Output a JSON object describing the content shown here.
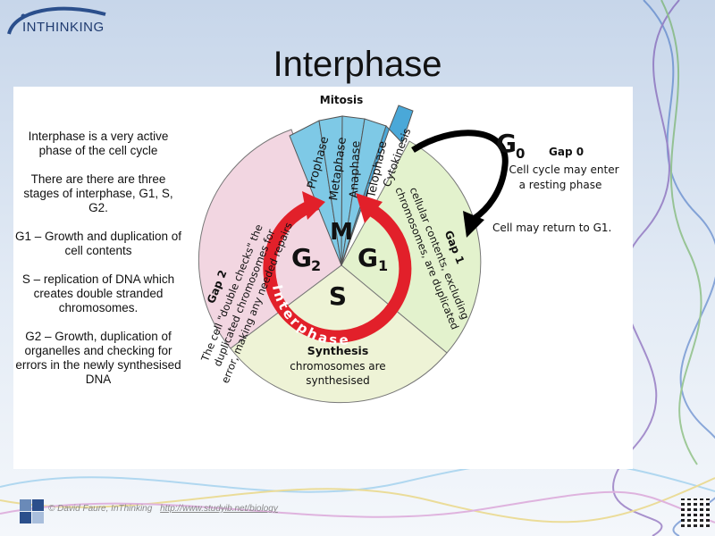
{
  "brand": {
    "logo_text": "INTHINKING"
  },
  "slide": {
    "title": "Interphase"
  },
  "left_text": {
    "p1": "Interphase is a very active phase of the cell cycle",
    "p2": "There are there are three stages of interphase, G1, S, G2.",
    "p3": "G1 – Growth and duplication of cell contents",
    "p4": "S – replication of DNA which creates double stranded chromosomes.",
    "p5": "G2 – Growth, duplication of organelles and checking for errors in the newly synthesised DNA"
  },
  "diagram": {
    "mitosis_label": "Mitosis",
    "phases": [
      "Prophase",
      "Metaphase",
      "Anaphase",
      "Telophase",
      "Cytokinesis"
    ],
    "m_label": "M",
    "g1_label": "G",
    "g1_sub": "1",
    "g2_label": "G",
    "g2_sub": "2",
    "s_label": "S",
    "interphase_ring": "Interphase",
    "gap2_title": "Gap 2",
    "gap2_l1": "The cell \"double checks\" the",
    "gap2_l2": "duplicated chromosomes for",
    "gap2_l3": "error, making any needed repairs",
    "gap1_title": "Gap 1",
    "gap1_l1": "cellular contents, excluding",
    "gap1_l2": "chromosomes, are duplicated",
    "synthesis_title": "Synthesis",
    "synthesis_l1": "chromosomes are",
    "synthesis_l2": "synthesised",
    "g0_label": "G",
    "g0_sub": "0",
    "gap0_title": "Gap 0",
    "gap0_l1": "Cell cycle may enter",
    "gap0_l2": "a resting phase",
    "return_text": "Cell may return to G1.",
    "colors": {
      "g2": "#f2d6e1",
      "g1": "#e3f2cd",
      "s": "#eef3d6",
      "mitosis": "#7ec9e6",
      "arrow": "#e2202a"
    }
  },
  "footer": {
    "credit": "© David Faure, InThinking",
    "url": "http://www.studyib.net/biology"
  }
}
